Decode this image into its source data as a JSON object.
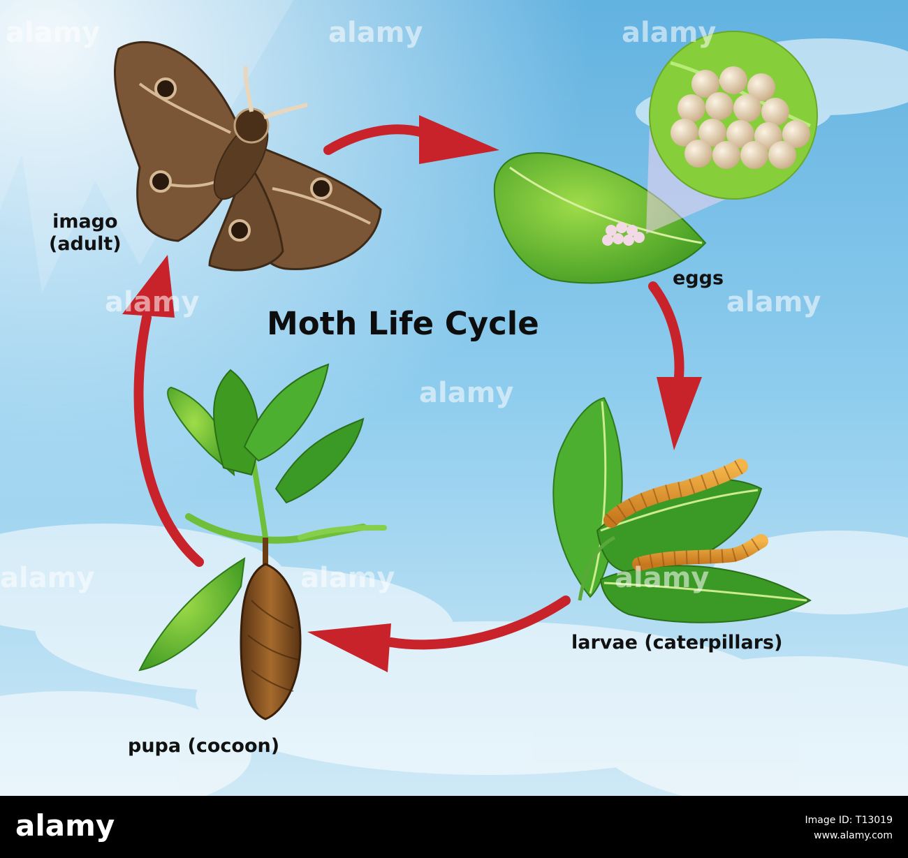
{
  "diagram": {
    "title": "Moth Life Cycle",
    "stages": {
      "imago": {
        "line1": "imago",
        "line2": "(adult)"
      },
      "eggs": "eggs",
      "larvae": "larvae (caterpillars)",
      "pupa": "pupa (cocoon)"
    },
    "arrow_color": "#c8232a",
    "sky_color": "#7fc3e6"
  },
  "watermark": "alamy",
  "footer": {
    "logo": "alamy",
    "image_id_line": "Image ID: T13019",
    "url": "www.alamy.com"
  }
}
